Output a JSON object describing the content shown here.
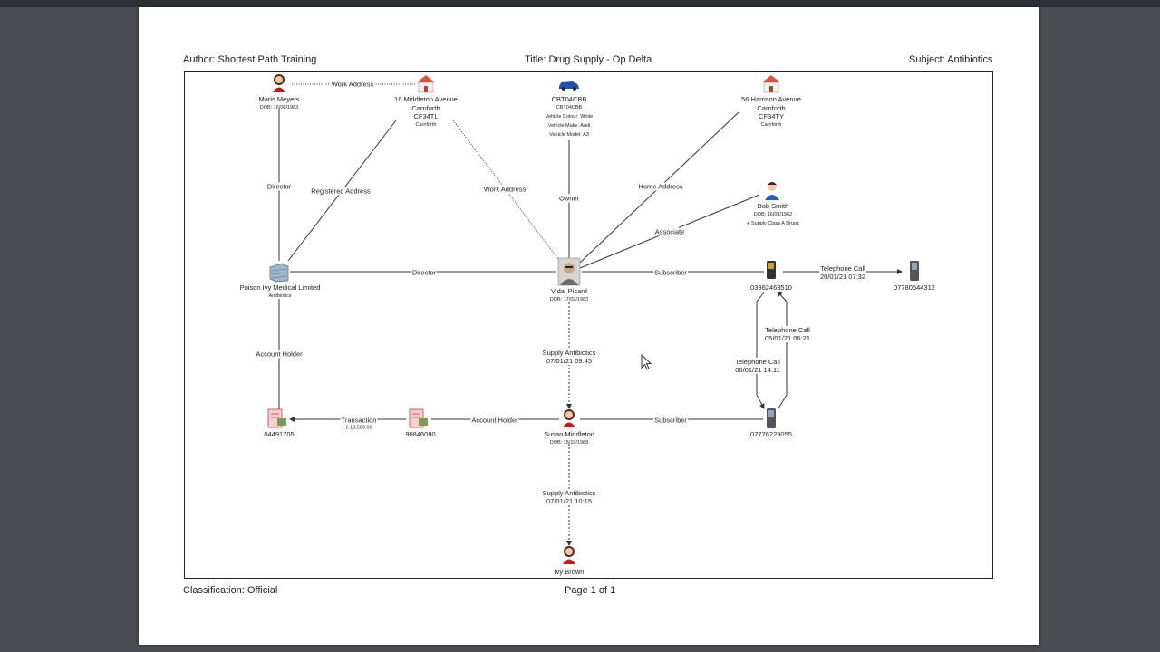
{
  "header": {
    "author": "Author: Shortest Path Training",
    "title": "Title: Drug Supply - Op Delta",
    "subject": "Subject: Antibiotics"
  },
  "footer": {
    "classification": "Classification: Official",
    "page": "Page 1 of 1"
  },
  "nodes": {
    "maris": {
      "name": "Maris Meyers",
      "dob": "DOB: 16/08/1983"
    },
    "addr16": {
      "line1": "16 Middleton Avenue",
      "line2": "Carnforth",
      "line3": "CF34TL",
      "tag": "Carnforth"
    },
    "car": {
      "name": "CBT04CBB",
      "reg": "CBT04CBB",
      "colour": "Vehicle Colour: White",
      "make": "Vehicle Make: Audi",
      "model": "Vehicle Model: A3"
    },
    "addr56": {
      "line1": "56 Harrison Avenue",
      "line2": "Carnforth",
      "line3": "CF34TY",
      "tag": "Carnforth"
    },
    "bob": {
      "name": "Bob Smith",
      "dob": "DOB: 16/09/1962",
      "note": "Supply Class A Drugs"
    },
    "poison": {
      "name": "Poison Ivy Medical Limited",
      "tag": "Antibiotics"
    },
    "vidal": {
      "name": "Vidal Picard",
      "dob": "DOB: 17/02/1983"
    },
    "phone1": {
      "number": "03962463510"
    },
    "phone2": {
      "number": "07780544312"
    },
    "acct1": {
      "number": "04491705"
    },
    "acct2": {
      "number": "90846090"
    },
    "susan": {
      "name": "Susan Middleton",
      "dob": "DOB: 15/10/1988"
    },
    "phone3": {
      "number": "07776229055"
    },
    "ivy": {
      "name": "Ivy Brown"
    }
  },
  "links": {
    "work_address_maris": "Work Address",
    "director_maris": "Director",
    "registered_address": "Registered Address",
    "work_address_vidal": "Work Address",
    "owner": "Owner",
    "home_address": "Home Address",
    "associate": "Associate",
    "director_vidal": "Director",
    "subscriber_vidal": "Subscriber",
    "telephone_call_1": {
      "label": "Telephone Call",
      "date": "20/01/21 07:32"
    },
    "telephone_call_2": {
      "label": "Telephone Call",
      "date": "05/01/21 06:21"
    },
    "telephone_call_3": {
      "label": "Telephone Call",
      "date": "06/01/21 14:11"
    },
    "supply_1": {
      "label": "Supply Antibiotics",
      "date": "07/01/21 09:45"
    },
    "account_holder_poison": "Account Holder",
    "transaction": {
      "label": "Transaction",
      "amount": "£ 13,500.00"
    },
    "account_holder_susan": "Account Holder",
    "subscriber_susan": "Subscriber",
    "supply_2": {
      "label": "Supply Antibiotics",
      "date": "07/01/21 10:15"
    }
  },
  "colors": {
    "page_bg": "#ffffff",
    "viewer_bg": "#4a4d52",
    "line": "#333333",
    "person_red": "#c4161c",
    "person_blue": "#1f5fbf",
    "house_red": "#d9533a"
  }
}
